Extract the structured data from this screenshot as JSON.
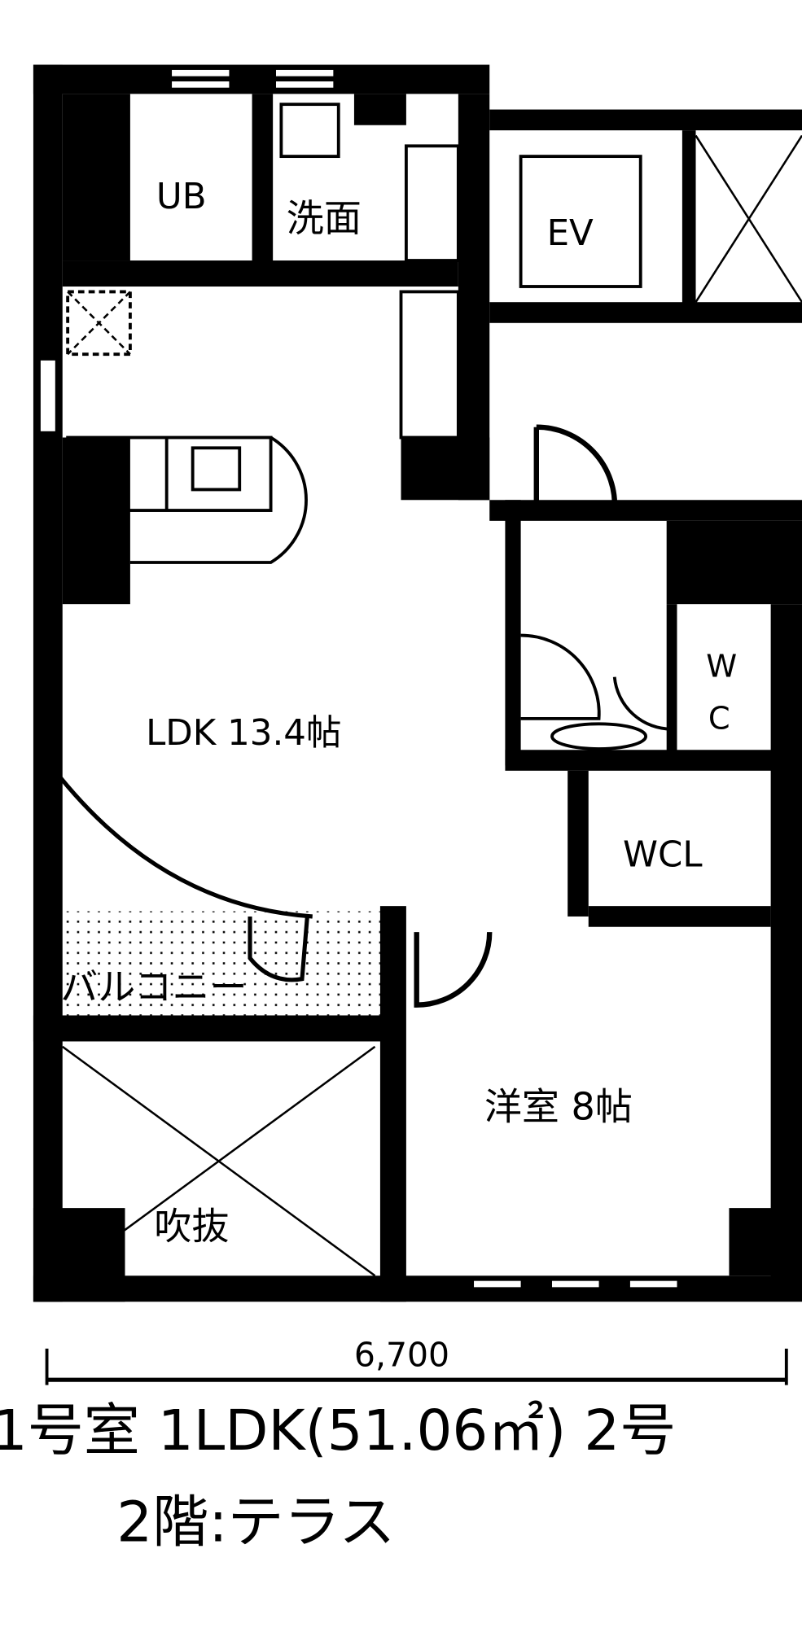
{
  "rooms": {
    "ub": "UB",
    "washroom": "洗面",
    "ev": "EV",
    "ldk": "LDK  13.4帖",
    "wc_w": "W",
    "wc_c": "C",
    "wcl": "WCL",
    "balcony": "バルコニー",
    "bedroom": "洋室  8帖",
    "void": "吹抜"
  },
  "dimension": "6,700",
  "caption": {
    "line1": "1号室 1LDK(51.06㎡)  2号",
    "line2": "2階:テラス"
  },
  "colors": {
    "ink": "#000000",
    "paper": "#ffffff"
  }
}
